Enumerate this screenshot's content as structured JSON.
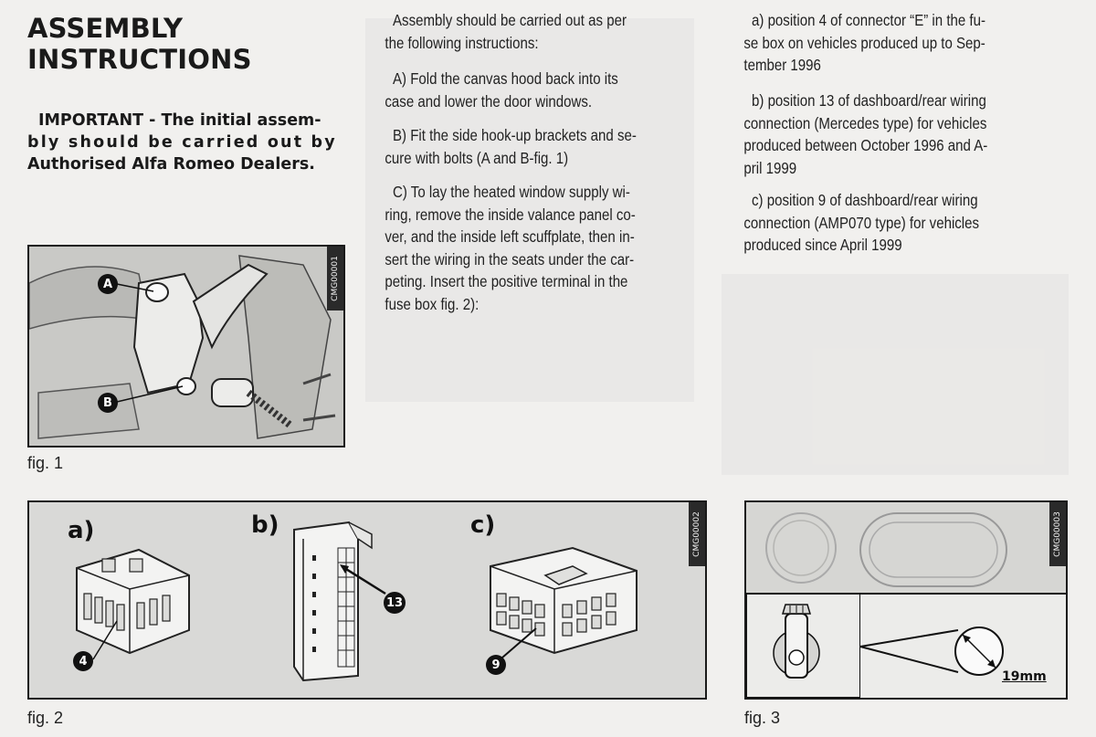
{
  "heading": {
    "line1": "ASSEMBLY",
    "line2": "INSTRUCTIONS"
  },
  "important": {
    "line1": "IMPORTANT - The initial assem-",
    "line2": "bly should be carried out by",
    "line3": "Authorised Alfa Romeo Dealers."
  },
  "column2": {
    "intro": [
      "Assembly should be carried out as per",
      "the following instructions:"
    ],
    "step_a": [
      "A) Fold the canvas hood back into its",
      "case and lower the door windows."
    ],
    "step_b": [
      "B) Fit the side hook-up brackets and se-",
      "cure with bolts (A and B-fig. 1)"
    ],
    "step_c": [
      "C) To lay the heated window supply wi-",
      "ring, remove the inside valance panel co-",
      "ver, and the inside left scuffplate, then in-",
      "sert the wiring in the seats under the car-",
      "peting. Insert the positive terminal in the",
      "fuse box fig. 2):"
    ]
  },
  "column3": {
    "item_a": [
      "a) position 4 of connector “E” in the fu-",
      "se box on vehicles produced up to Sep-",
      "tember 1996"
    ],
    "item_b": [
      "b) position 13 of dashboard/rear wiring",
      "connection (Mercedes type) for vehicles",
      "produced between October 1996 and A-",
      "pril 1999"
    ],
    "item_c": [
      "c) position 9 of dashboard/rear wiring",
      "connection (AMP070 type) for vehicles",
      "produced since April 1999"
    ]
  },
  "fig1": {
    "caption": "fig. 1",
    "code": "CMG00001",
    "callout_a": "A",
    "callout_b": "B"
  },
  "fig2": {
    "caption": "fig. 2",
    "code": "CMG00002",
    "label_a": "a)",
    "label_b": "b)",
    "label_c": "c)",
    "callout_4": "4",
    "callout_13": "13",
    "callout_9": "9"
  },
  "fig3": {
    "caption": "fig. 3",
    "code": "CMG00003",
    "dimension": "19mm"
  },
  "colors": {
    "ink": "#1a1a1a",
    "paper": "#f1f0ee",
    "figure_bg": "#d9d9d7"
  }
}
